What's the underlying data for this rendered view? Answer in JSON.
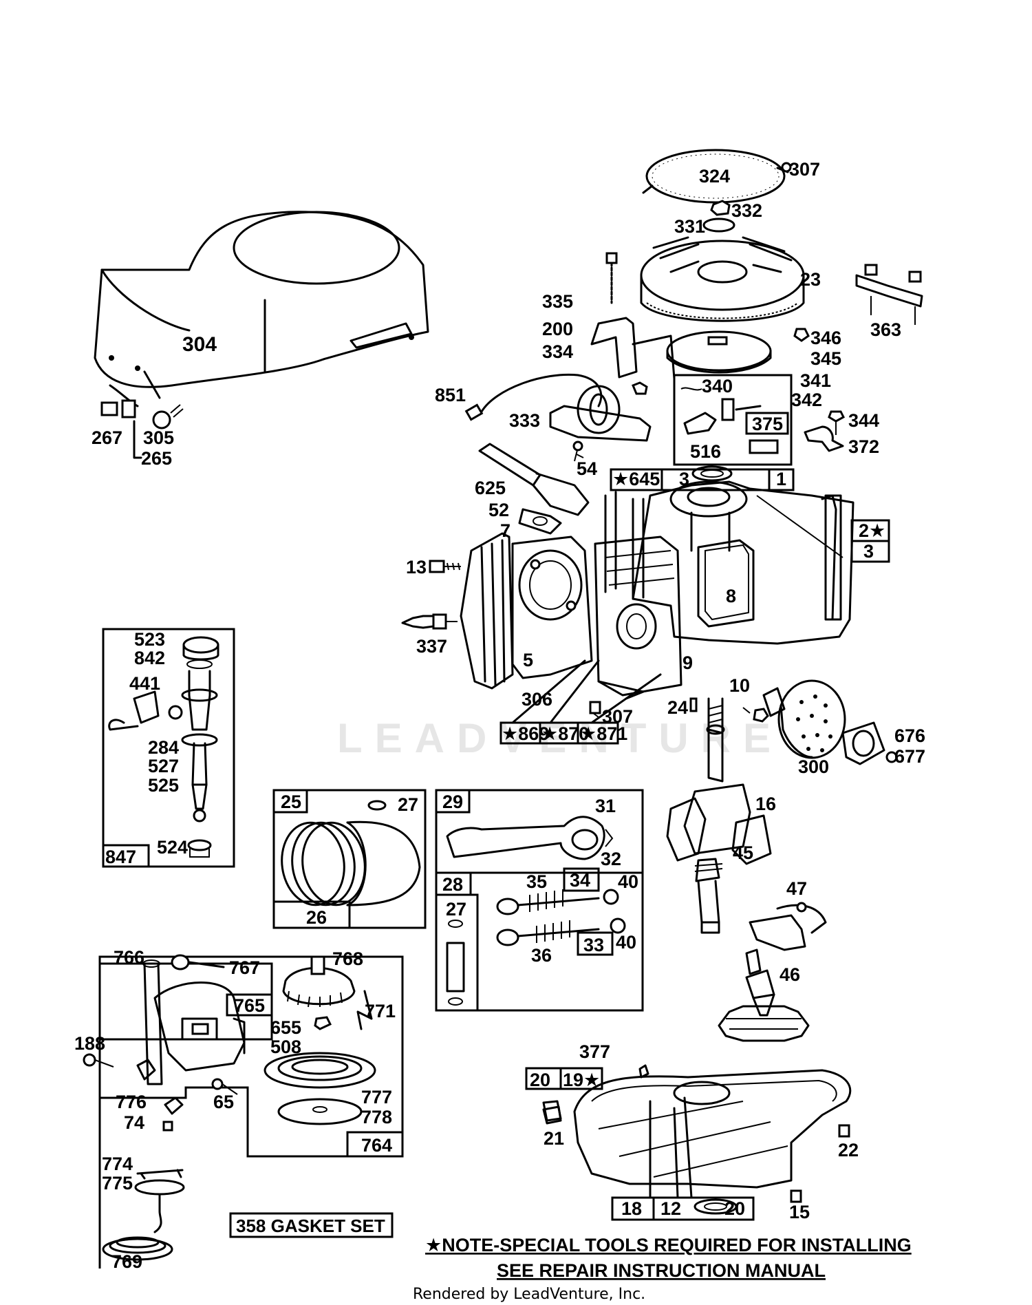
{
  "watermark": "LEADVENTURE",
  "note": {
    "line1": "★NOTE-SPECIAL TOOLS REQUIRED  FOR INSTALLING",
    "line2": "SEE REPAIR INSTRUCTION MANUAL"
  },
  "gasket_set": "358 GASKET SET",
  "footer": "Rendered by LeadVenture, Inc.",
  "labels": [
    {
      "id": "p304",
      "text": "304"
    },
    {
      "id": "p267",
      "text": "267"
    },
    {
      "id": "p305",
      "text": "305"
    },
    {
      "id": "p265",
      "text": "265"
    },
    {
      "id": "p324",
      "text": "324"
    },
    {
      "id": "p307a",
      "text": "307"
    },
    {
      "id": "p332",
      "text": "332"
    },
    {
      "id": "p331",
      "text": "331"
    },
    {
      "id": "p23",
      "text": "23"
    },
    {
      "id": "p363",
      "text": "363"
    },
    {
      "id": "p335",
      "text": "335"
    },
    {
      "id": "p200",
      "text": "200"
    },
    {
      "id": "p334",
      "text": "334"
    },
    {
      "id": "p346",
      "text": "346"
    },
    {
      "id": "p345",
      "text": "345"
    },
    {
      "id": "p851",
      "text": "851"
    },
    {
      "id": "p333",
      "text": "333"
    },
    {
      "id": "p340",
      "text": "340"
    },
    {
      "id": "p341",
      "text": "341"
    },
    {
      "id": "p342",
      "text": "342"
    },
    {
      "id": "p375",
      "text": "375"
    },
    {
      "id": "p344",
      "text": "344"
    },
    {
      "id": "p372",
      "text": "372"
    },
    {
      "id": "p516",
      "text": "516"
    },
    {
      "id": "p54",
      "text": "54"
    },
    {
      "id": "p645",
      "text": "★645"
    },
    {
      "id": "p3a",
      "text": "3"
    },
    {
      "id": "p1",
      "text": "1"
    },
    {
      "id": "p625",
      "text": "625"
    },
    {
      "id": "p52",
      "text": "52"
    },
    {
      "id": "p7",
      "text": "7"
    },
    {
      "id": "p2",
      "text": "2★"
    },
    {
      "id": "p3b",
      "text": "3"
    },
    {
      "id": "p13",
      "text": "13"
    },
    {
      "id": "p8",
      "text": "8"
    },
    {
      "id": "p337",
      "text": "337"
    },
    {
      "id": "p5",
      "text": "5"
    },
    {
      "id": "p9",
      "text": "9"
    },
    {
      "id": "p10",
      "text": "10"
    },
    {
      "id": "p306",
      "text": "306"
    },
    {
      "id": "p307b",
      "text": "307"
    },
    {
      "id": "p24",
      "text": "24"
    },
    {
      "id": "p869",
      "text": "★869"
    },
    {
      "id": "p870",
      "text": "★870"
    },
    {
      "id": "p871",
      "text": "★871"
    },
    {
      "id": "p676",
      "text": "676"
    },
    {
      "id": "p677",
      "text": "677"
    },
    {
      "id": "p300",
      "text": "300"
    },
    {
      "id": "p523",
      "text": "523"
    },
    {
      "id": "p842",
      "text": "842"
    },
    {
      "id": "p441",
      "text": "441"
    },
    {
      "id": "p284",
      "text": "284"
    },
    {
      "id": "p527",
      "text": "527"
    },
    {
      "id": "p525",
      "text": "525"
    },
    {
      "id": "p524",
      "text": "524"
    },
    {
      "id": "p847",
      "text": "847"
    },
    {
      "id": "p25",
      "text": "25"
    },
    {
      "id": "p27a",
      "text": "27"
    },
    {
      "id": "p26",
      "text": "26"
    },
    {
      "id": "p29",
      "text": "29"
    },
    {
      "id": "p31",
      "text": "31"
    },
    {
      "id": "p32",
      "text": "32"
    },
    {
      "id": "p16",
      "text": "16"
    },
    {
      "id": "p45",
      "text": "45"
    },
    {
      "id": "p28",
      "text": "28"
    },
    {
      "id": "p35",
      "text": "35"
    },
    {
      "id": "p34",
      "text": "34"
    },
    {
      "id": "p40a",
      "text": "40"
    },
    {
      "id": "p27b",
      "text": "27"
    },
    {
      "id": "p33",
      "text": "33"
    },
    {
      "id": "p40b",
      "text": "40"
    },
    {
      "id": "p36",
      "text": "36"
    },
    {
      "id": "p47",
      "text": "47"
    },
    {
      "id": "p766",
      "text": "766"
    },
    {
      "id": "p767",
      "text": "767"
    },
    {
      "id": "p768",
      "text": "768"
    },
    {
      "id": "p765",
      "text": "765"
    },
    {
      "id": "p771",
      "text": "771"
    },
    {
      "id": "p655",
      "text": "655"
    },
    {
      "id": "p508",
      "text": "508"
    },
    {
      "id": "p188",
      "text": "188"
    },
    {
      "id": "p46",
      "text": "46"
    },
    {
      "id": "p377",
      "text": "377"
    },
    {
      "id": "p20a",
      "text": "20"
    },
    {
      "id": "p19",
      "text": "19★"
    },
    {
      "id": "p776",
      "text": "776"
    },
    {
      "id": "p74",
      "text": "74"
    },
    {
      "id": "p65",
      "text": "65"
    },
    {
      "id": "p777",
      "text": "777"
    },
    {
      "id": "p778",
      "text": "778"
    },
    {
      "id": "p764",
      "text": "764"
    },
    {
      "id": "p21",
      "text": "21"
    },
    {
      "id": "p22",
      "text": "22"
    },
    {
      "id": "p774",
      "text": "774"
    },
    {
      "id": "p775",
      "text": "775"
    },
    {
      "id": "p18",
      "text": "18"
    },
    {
      "id": "p12",
      "text": "12"
    },
    {
      "id": "p20b",
      "text": "20"
    },
    {
      "id": "p15",
      "text": "15"
    },
    {
      "id": "p769",
      "text": "769"
    }
  ]
}
